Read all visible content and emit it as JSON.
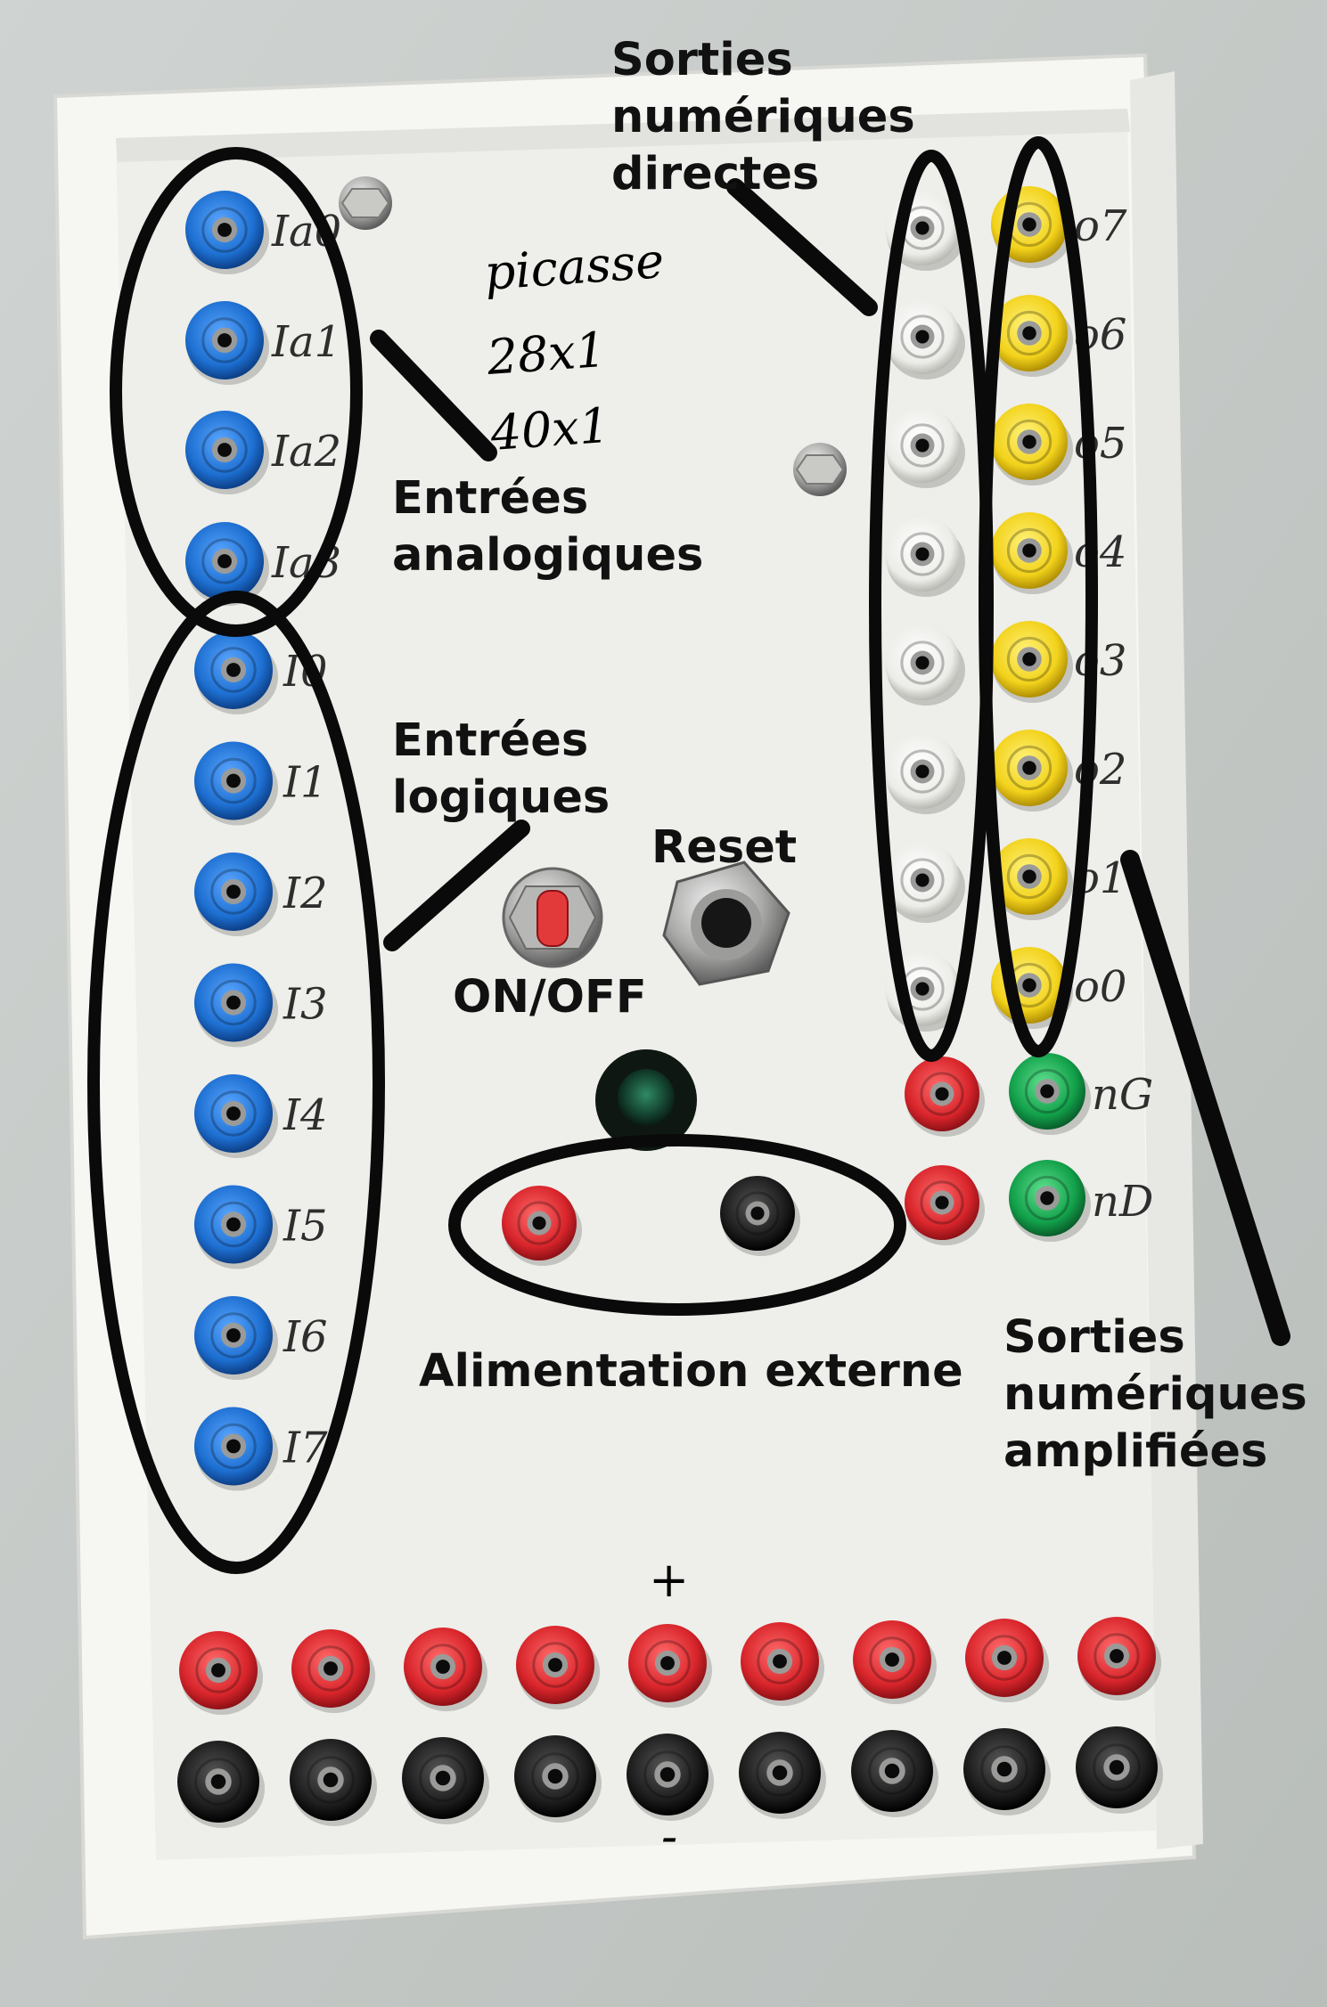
{
  "colors": {
    "wall": "#c7ccc9",
    "panel": "#eeeeea",
    "frame": "#f6f6f3",
    "blue_jack": "#1d6fd1",
    "white_jack": "#f7f7f4",
    "yellow_jack": "#f2d21b",
    "red_jack": "#d8252b",
    "green_jack": "#12a04a",
    "black_jack": "#1c1c1c",
    "annotation": "#111111"
  },
  "annotations": {
    "sorties_directes": "Sorties\nnumériques\ndirectes",
    "entrees_analogiques": "Entrées\nanalogiques",
    "entrees_logiques": "Entrées\nlogiques",
    "reset": "Reset",
    "on_off": "ON/OFF",
    "alimentation": "Alimentation externe",
    "sorties_amplifiees": "Sorties\nnumériques\namplifiées"
  },
  "handwriting": {
    "line1": "picasse",
    "line2": "28x1",
    "line3": "40x1",
    "plus": "+",
    "minus": "-"
  },
  "labels": {
    "analog": [
      "Ia0",
      "Ia1",
      "Ia2",
      "Ia3"
    ],
    "logic": [
      "I0",
      "I1",
      "I2",
      "I3",
      "I4",
      "I5",
      "I6",
      "I7"
    ],
    "outputs": [
      "o7",
      "o6",
      "o5",
      "o4",
      "o3",
      "o2",
      "o1",
      "o0"
    ],
    "amplified": [
      "nG",
      "nD"
    ]
  },
  "jacks": {
    "analog_inputs": {
      "count": 4,
      "color": "blue"
    },
    "logic_inputs": {
      "count": 8,
      "color": "blue"
    },
    "direct_outputs_white": {
      "count": 8,
      "color": "white"
    },
    "direct_outputs_yellow": {
      "count": 8,
      "color": "yellow"
    },
    "amplified_red": {
      "count": 2,
      "color": "red"
    },
    "amplified_green": {
      "count": 2,
      "color": "green"
    },
    "power_red": {
      "count": 1,
      "color": "red"
    },
    "power_black": {
      "count": 1,
      "color": "black"
    },
    "bus_red": {
      "count": 9,
      "color": "red"
    },
    "bus_black": {
      "count": 9,
      "color": "black"
    }
  }
}
